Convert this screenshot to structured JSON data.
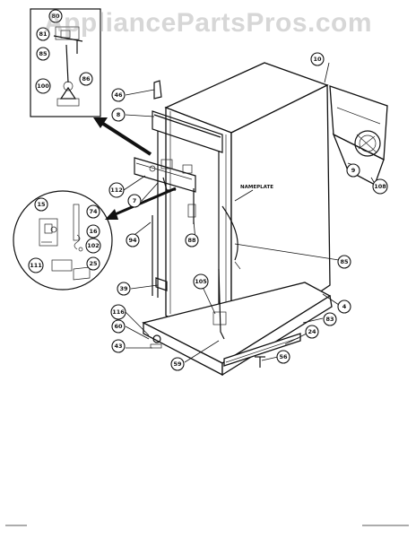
{
  "watermark": "AppliancePartsPros.com",
  "nameplate_label": "NAMEPLATE",
  "callouts": {
    "c80": "80",
    "c81": "81",
    "c85a": "85",
    "c100": "100",
    "c86": "86",
    "c10": "10",
    "c46": "46",
    "c8": "8",
    "c112": "112",
    "c7": "7",
    "c15": "15",
    "c74": "74",
    "c16": "16",
    "c102": "102",
    "c111": "111",
    "c25": "25",
    "c94": "94",
    "c88": "88",
    "c9": "9",
    "c108": "108",
    "c85b": "85",
    "c39": "39",
    "c105": "105",
    "c4": "4",
    "c116": "116",
    "c60": "60",
    "c43": "43",
    "c59": "59",
    "c83": "83",
    "c24": "24",
    "c56": "56"
  },
  "colors": {
    "line": "#111111",
    "watermark": "#8c8c8c",
    "background": "#ffffff"
  }
}
